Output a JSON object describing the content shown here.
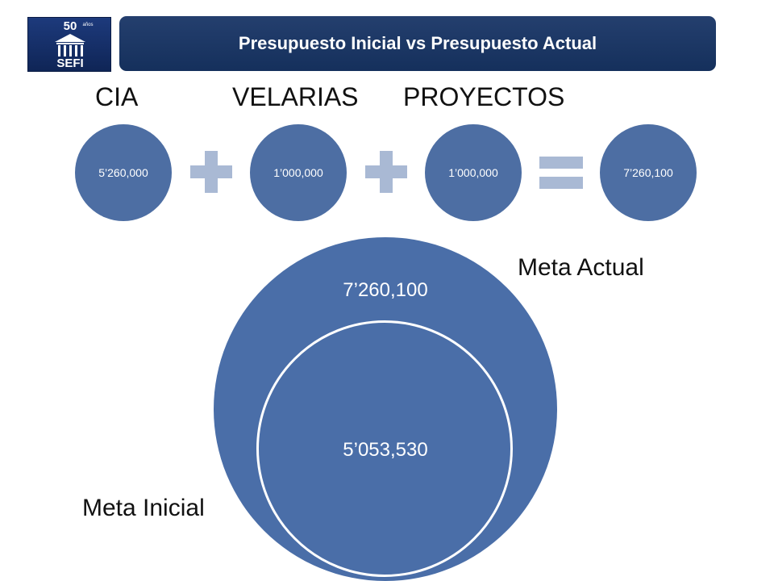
{
  "header": {
    "title": "Presupuesto Inicial vs Presupuesto Actual",
    "logo": {
      "number": "50",
      "small_text": "años",
      "name": "SEFI"
    }
  },
  "categories": [
    {
      "label": "CIA",
      "value": "5’260,000"
    },
    {
      "label": "VELARIAS",
      "value": "1’000,000"
    },
    {
      "label": "PROYECTOS",
      "value": "1’000,000"
    }
  ],
  "total": {
    "value": "7’260,100"
  },
  "operators": [
    "plus",
    "plus",
    "equals"
  ],
  "meta": {
    "actual": {
      "label": "Meta Actual",
      "value": "7’260,100"
    },
    "inicial": {
      "label": "Meta Inicial",
      "value": "5’053,530"
    }
  },
  "colors": {
    "header_bg": "#1b365f",
    "circle_fill": "#4a6ea8",
    "operator": "#a9b9d4",
    "text": "#111111"
  }
}
